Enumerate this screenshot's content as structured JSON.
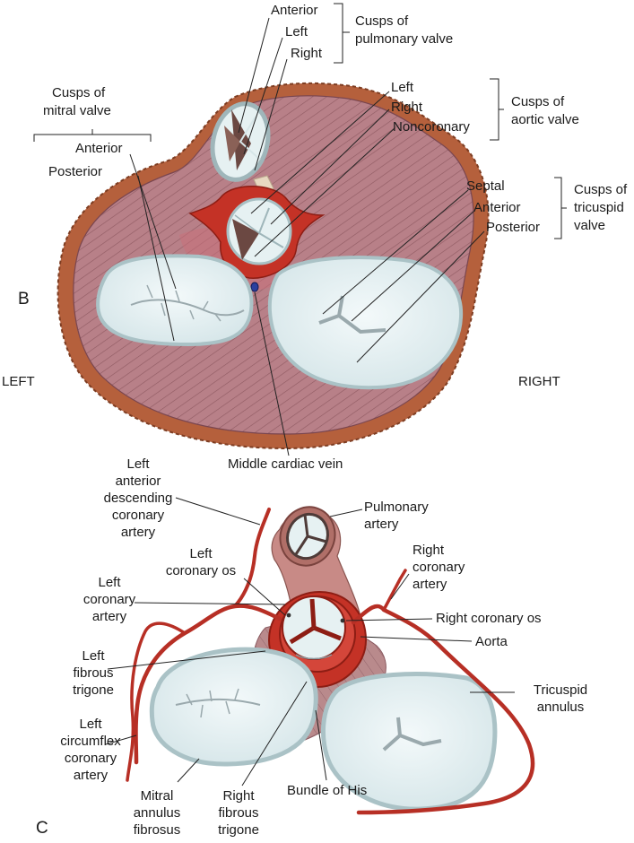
{
  "panel_b": {
    "letter": "B",
    "side_left": "LEFT",
    "side_right": "RIGHT",
    "pulmonary": {
      "title": [
        "Cusps of",
        "pulmonary valve"
      ],
      "anterior": "Anterior",
      "left": "Left",
      "right": "Right"
    },
    "aortic": {
      "title": [
        "Cusps of",
        "aortic valve"
      ],
      "left": "Left",
      "right": "Right",
      "noncoronary": "Noncoronary"
    },
    "mitral": {
      "title": [
        "Cusps of",
        "mitral valve"
      ],
      "anterior": "Anterior",
      "posterior": "Posterior"
    },
    "tricuspid": {
      "title": [
        "Cusps of",
        "tricuspid",
        "valve"
      ],
      "septal": "Septal",
      "anterior": "Anterior",
      "posterior": "Posterior"
    },
    "middle_cardiac_vein": "Middle cardiac vein"
  },
  "panel_c": {
    "letter": "C",
    "lad": [
      "Left",
      "anterior",
      "descending",
      "coronary",
      "artery"
    ],
    "pulmonary_artery": [
      "Pulmonary",
      "artery"
    ],
    "left_coronary_os": [
      "Left",
      "coronary os"
    ],
    "right_coronary_artery": [
      "Right",
      "coronary",
      "artery"
    ],
    "left_coronary_artery": [
      "Left",
      "coronary",
      "artery"
    ],
    "right_coronary_os": "Right coronary os",
    "aorta": "Aorta",
    "left_fibrous_trigone": [
      "Left",
      "fibrous",
      "trigone"
    ],
    "tricuspid_annulus": [
      "Tricuspid",
      "annulus"
    ],
    "left_circumflex": [
      "Left",
      "circumflex",
      "coronary",
      "artery"
    ],
    "mitral_annulus": [
      "Mitral",
      "annulus",
      "fibrosus"
    ],
    "right_fibrous_trigone": [
      "Right",
      "fibrous",
      "trigone"
    ],
    "bundle_of_his": "Bundle of His"
  },
  "colors": {
    "muscle": "#b88088",
    "muscle_dark": "#8a5058",
    "epicardium": "#b5603c",
    "epicardium_dark": "#7e3d22",
    "aortic_ring": "#c43226",
    "valve_fill": "#e6f1f2",
    "valve_rim": "#b2c8cc",
    "artery": "#b72f25"
  }
}
